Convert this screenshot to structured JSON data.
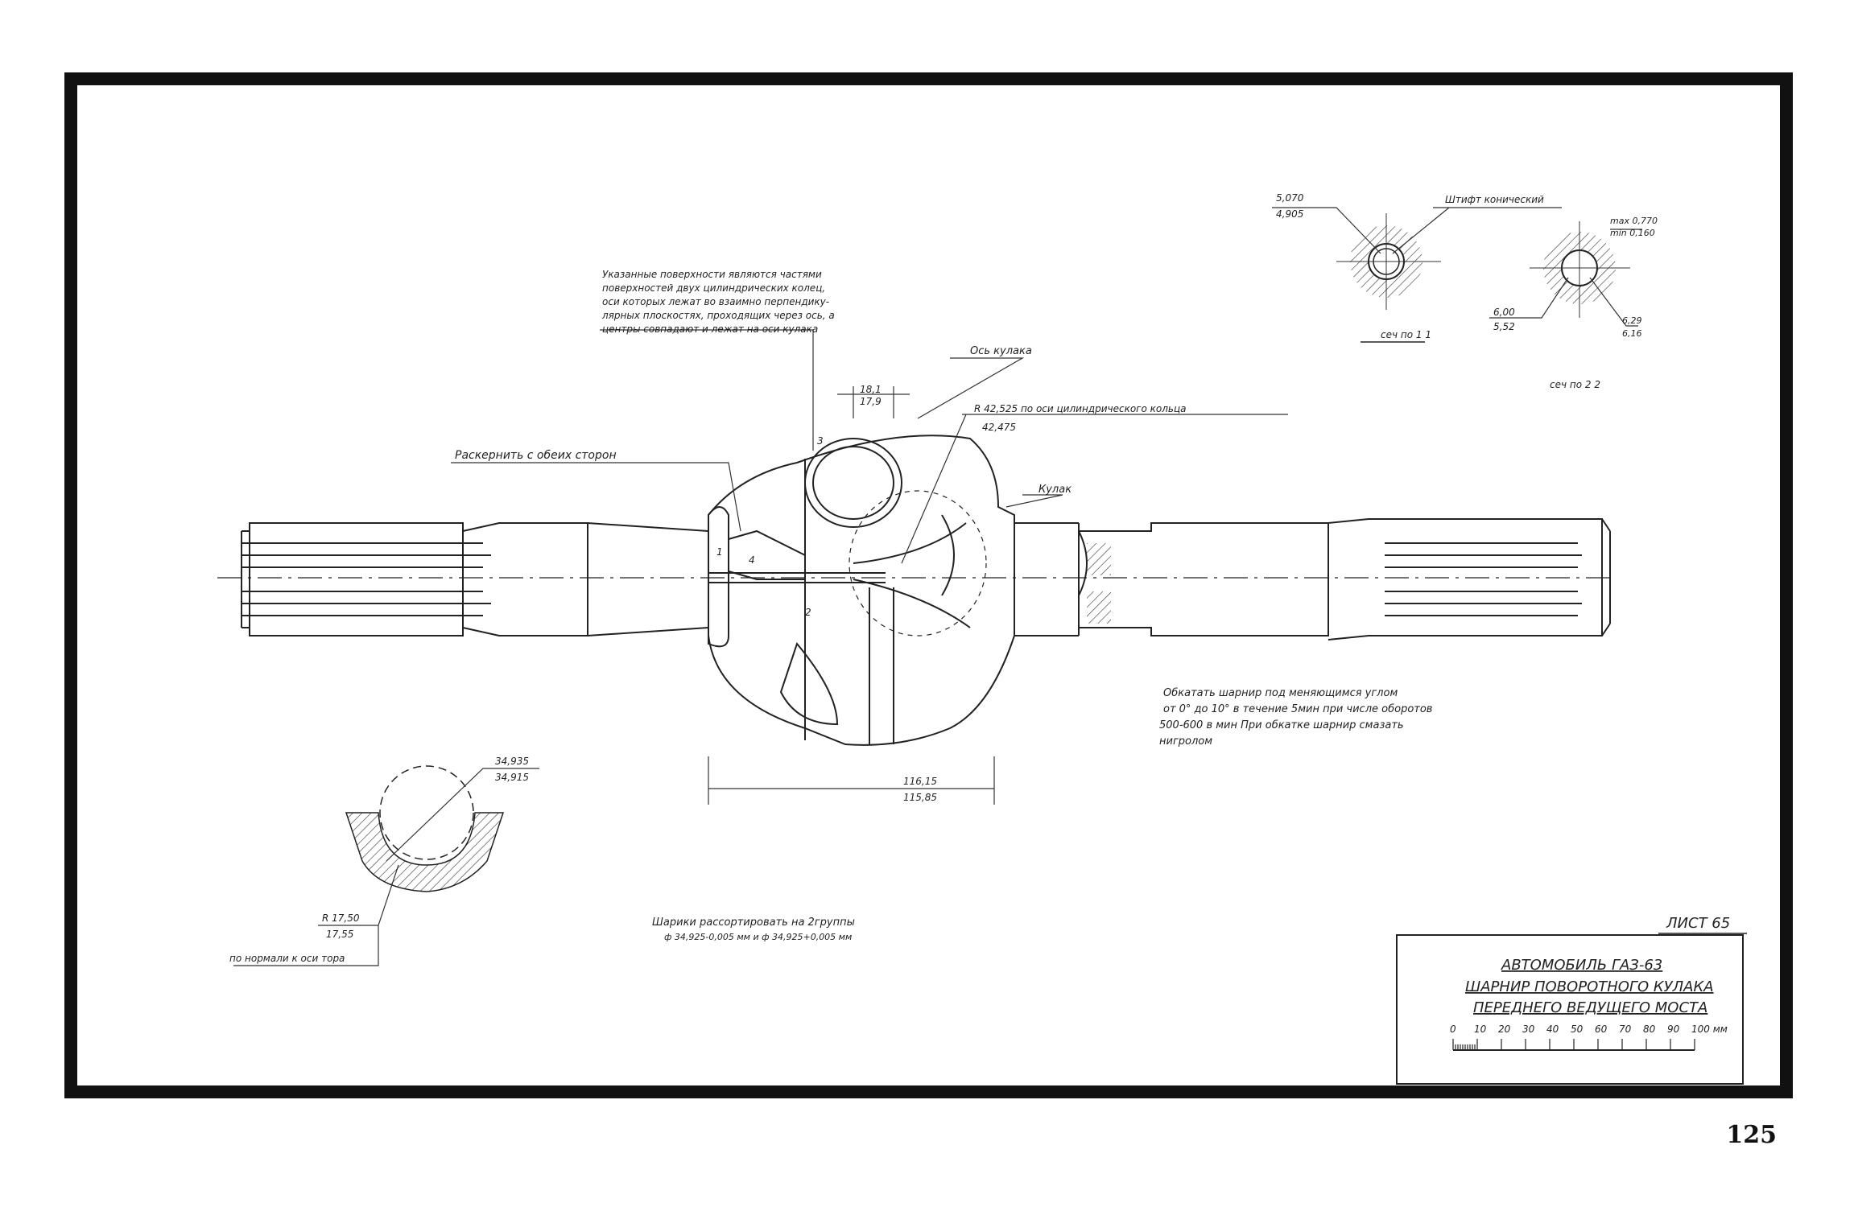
{
  "note_surfaces": [
    "Указанные поверхности являются частями",
    "поверхностей двух цилиндрических колец,",
    "оси которых лежат во взаимно перпендику-",
    "лярных плоскостях, проходящих через ось, а",
    "центры совпадают и лежат на оси кулака"
  ],
  "label_axis": "Ось кулака",
  "label_knuckle": "Кулак",
  "label_core": "Раскернить с обеих сторон",
  "dim_top": [
    "18,1",
    "17,9"
  ],
  "dim_radius": [
    "R 42,525  по оси цилиндрического кольца",
    "42,475"
  ],
  "dim_length": [
    "116,15",
    "115,85"
  ],
  "marks": [
    "1",
    "2",
    "3",
    "4"
  ],
  "section1": {
    "pin_label": "Штифт конический",
    "dim": [
      "5,070",
      "4,905"
    ],
    "caption": "сеч по 1 1"
  },
  "section2": {
    "dim_max": "max 0,770",
    "dim_min": "min 0,160",
    "dim_left": [
      "6,00",
      "5,52"
    ],
    "dim_right": [
      "6,29",
      "6,16"
    ],
    "caption": "сеч по 2 2"
  },
  "ball_detail": {
    "dim_dia": [
      "34,935",
      "34,915"
    ],
    "dim_radius": [
      "R 17,50",
      "17,55"
    ],
    "note": "по нормали к оси тора"
  },
  "note_balls": [
    "Шарики рассортировать на 2группы",
    "ф 34,925-0,005 мм и ф 34,925+0,005 мм"
  ],
  "note_run": [
    "Обкатать шарнир под меняющимся углом",
    "от 0° до 10° в течение 5мин при числе оборотов",
    "500-600 в мин При обкатке шарнир смазать",
    "нигролом"
  ],
  "title_block": {
    "sheet": "ЛИСТ 65",
    "lines": [
      "АВТОМОБИЛЬ  ГАЗ-63",
      "ШАРНИР  ПОВОРОТНОГО  КУЛАКА",
      "ПЕРЕДНЕГО  ВЕДУЩЕГО  МОСТА"
    ],
    "scale_labels": [
      "0",
      "10",
      "20",
      "30",
      "40",
      "50",
      "60",
      "70",
      "80",
      "90",
      "100 мм"
    ]
  },
  "page_number": "125"
}
